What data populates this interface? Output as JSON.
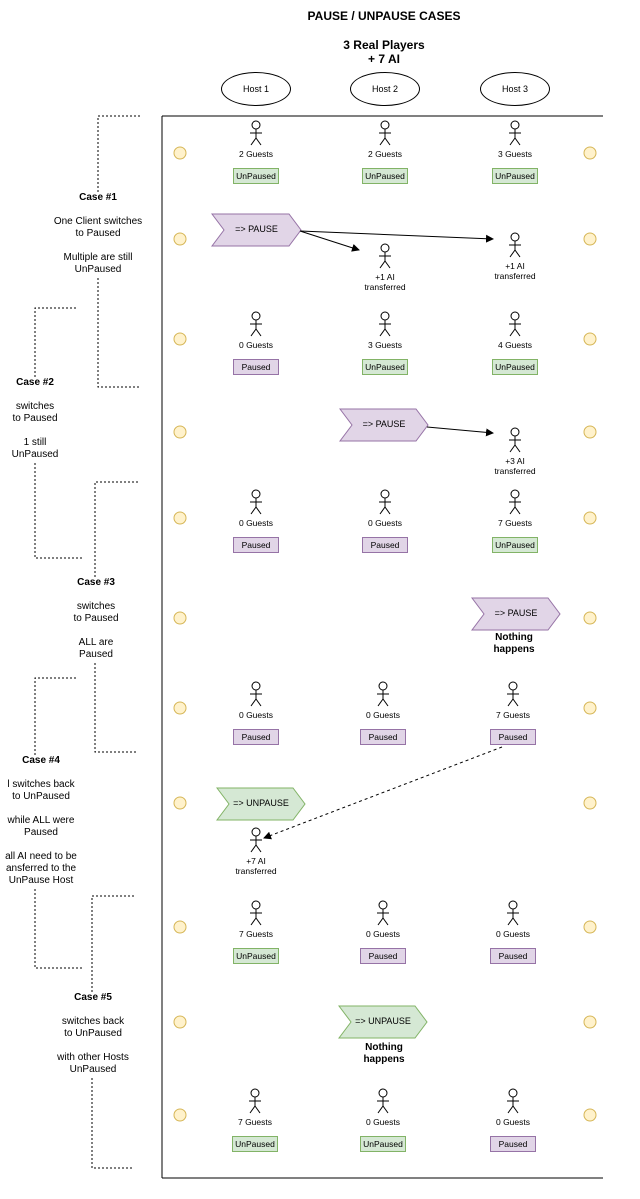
{
  "title": "PAUSE / UNPAUSE CASES",
  "subtitle_line1": "3 Real Players",
  "subtitle_line2": "+ 7 AI",
  "hosts": [
    "Host 1",
    "Host 2",
    "Host 3"
  ],
  "rows": [
    {
      "hosts": [
        {
          "guests": "2 Guests",
          "status": "UnPaused"
        },
        {
          "guests": "2 Guests",
          "status": "UnPaused"
        },
        {
          "guests": "3 Guests",
          "status": "UnPaused"
        }
      ]
    },
    {
      "hosts": [
        {
          "guests": "0 Guests",
          "status": "Paused"
        },
        {
          "guests": "3 Guests",
          "status": "UnPaused"
        },
        {
          "guests": "4 Guests",
          "status": "UnPaused"
        }
      ]
    },
    {
      "hosts": [
        {
          "guests": "0 Guests",
          "status": "Paused"
        },
        {
          "guests": "0 Guests",
          "status": "Paused"
        },
        {
          "guests": "7 Guests",
          "status": "UnPaused"
        }
      ]
    },
    {
      "hosts": [
        {
          "guests": "0 Guests",
          "status": "Paused"
        },
        {
          "guests": "0 Guests",
          "status": "Paused"
        },
        {
          "guests": "7 Guests",
          "status": "Paused"
        }
      ]
    },
    {
      "hosts": [
        {
          "guests": "7 Guests",
          "status": "UnPaused"
        },
        {
          "guests": "0 Guests",
          "status": "Paused"
        },
        {
          "guests": "0 Guests",
          "status": "Paused"
        }
      ]
    },
    {
      "hosts": [
        {
          "guests": "7 Guests",
          "status": "UnPaused"
        },
        {
          "guests": "0 Guests",
          "status": "UnPaused"
        },
        {
          "guests": "0 Guests",
          "status": "Paused"
        }
      ]
    }
  ],
  "actions": {
    "pause": "=> PAUSE",
    "unpause": "=> UNPAUSE"
  },
  "transfers": {
    "t1a": [
      "+1 AI",
      "transferred"
    ],
    "t1b": [
      "+1 AI",
      "transferred"
    ],
    "t2": [
      "+3 AI",
      "transferred"
    ],
    "t4": [
      "+7 AI",
      "transferred"
    ]
  },
  "nothing_happens": [
    "Nothing",
    "happens"
  ],
  "cases": [
    {
      "title": "Case #1",
      "lines": [
        "One Client switches",
        "to Paused",
        "",
        "Multiple are still",
        "UnPaused"
      ]
    },
    {
      "title": "Case #2",
      "lines": [
        "switches",
        "to Paused",
        "",
        "1 still",
        "UnPaused"
      ]
    },
    {
      "title": "Case #3",
      "lines": [
        "switches",
        "to Paused",
        "",
        "ALL are",
        "Paused"
      ]
    },
    {
      "title": "Case #4",
      "lines": [
        "l switches back",
        "to UnPaused",
        "",
        "while ALL were",
        "Paused",
        "",
        "all AI need to be",
        "ansferred to the",
        "UnPause Host"
      ]
    },
    {
      "title": "Case #5",
      "lines": [
        "switches back",
        "to UnPaused",
        "",
        "with other Hosts",
        "UnPaused"
      ]
    }
  ],
  "colors": {
    "unpaused_fill": "#d5e8d4",
    "unpaused_stroke": "#82b366",
    "paused_fill": "#e1d5e7",
    "paused_stroke": "#9673a6",
    "circle_fill": "#fff2cc",
    "circle_stroke": "#d6b656"
  }
}
